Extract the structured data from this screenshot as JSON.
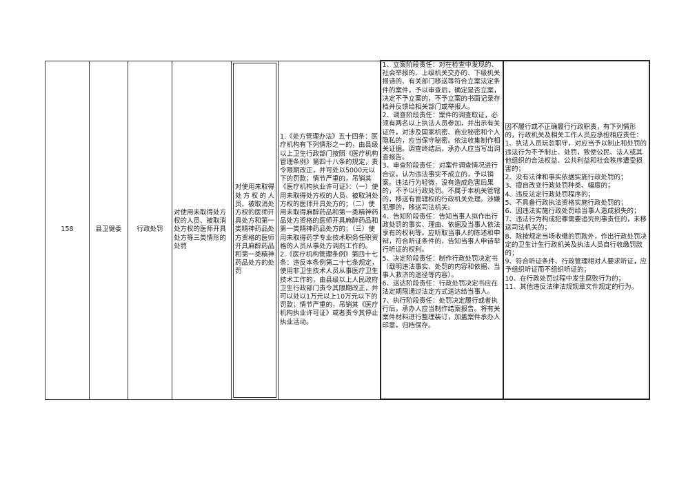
{
  "row": {
    "no": "158",
    "dept": "县卫健委",
    "type": "行政处罚",
    "name": "对使用未取得处方权的人员、被取消处方权的医师开具处方等三类情形的处罚",
    "sub": "对使用未取得处方权的人员、被取消处方权的医师开具处方和第一类精神药品处方资格的医师开具麻醉药品和第一类精神药品处方的处罚",
    "basis": [
      "1.《处方管理办法》五十四条：医疗机构有下列情形之一的，由县级以上卫生行政部门按照《医疗机构管理条例》第四十八条的规定，责令限期改正，并可处以5000元以下的罚款；情节严重的，吊销其《医疗机构执业许可证》：（一）使用未取得处方权的人员、被取消处方权的医师开具处方的；（二）使用未取得麻醉药品和第一类精神药品处方资格的医师开具麻醉药品和第一类精神药品处方的；（三）使用未取得药学专业技术职务任职资格的人员从事处方调剂工作的。",
      "2.《医疗机构管理条例》第四十七条：违反本条例第二十七条规定，使用非卫生技术人员从事医疗卫生技术工作的，由县级以上人民政府卫生行政部门责令其限期改正，并可以处以1万元以上10万元以下的罚款；情节严重的，吊销其《医疗机构执业许可证》或者责令其停止执业活动。"
    ],
    "responsibility": [
      "1、立案阶段责任：对在检查中发现的、社会举报的、上级机关交办的、下级机关报请的、有关部门移送等符合立案法定条件的案件，予以审查后，确定是否立案，决定不予立案的，不予立案的书面记录存档并反馈给相关部门或举报人。",
      "2、调查阶段责任：案件的调查取证，必须有两名以上执法人员参加，并出示有关证件，对涉及国家机密、商业秘密和个人隐私的，应当保守秘密。依法收集制作相关证据。调查终结后，承办人应当写出调查报告。",
      "3、审查阶段责任：对案件调查情况进行合议，认为违法事实不成立的，予以销案。违法行为轻微，没有造成危害后果的，不予以行政处罚。不属于本机关管辖的，移送有管辖权的行政机关处理。涉嫌犯罪的，移送司法机关。",
      "4、告知阶段责任：告知当事人拟作出行政处罚的事实、理由、依据及当事人依法享有的权利等。应听取当事人的陈述和申辩，符合听证条件的，告知当事人申请举行听证的权利。",
      "5、决定阶段责任：制作行政处罚决定书（载明违法事实、处罚的内容和依据、当事人救济的途径等内容）。",
      "6、送达阶段责任：行政处罚决定书应在法定期限通过法定方式送达给当事人。",
      "7、执行阶段责任：处罚决定履行或者执行后，承办人应当制作结案报告。将有关案件材料进行整理装订，加盖案件承办人印章，归档保存。"
    ],
    "accountability": [
      "因不履行或不正确履行行政职责，有下列情形的，行政机关及相关工作人员应承担相应责任：",
      "1、执法人员玩忽职守，对应当予以制止和处罚的违法行为不予制止、处罚，致使公民、法人或其他组织的合法权益、公共利益和社会秩序遭受损害的；",
      "2、没有法律和事实依据实施行政处罚的；",
      "3、擅自改变行政处罚种类、幅度的；",
      "4、违反法定行政处罚程序的；",
      "5、不具备行政执法资格实施行政处罚的；",
      "6、因违法实施行政处罚给当事人造成损失的；",
      "7、违法行为构成犯罪需要追究刑事责任的，未移送司法机关的；",
      "8、除按规定当场收缴的罚款外，作出行政处罚决定的卫生计生行政机关及执法人员自行收缴罚款的；",
      "9、符合听证条件、行政管理相对人要求听证，应予组织听证而不组织听证的；",
      "10、在行政处罚过程中发生腐败行为的；",
      "11、其他违反法律法规规章文件规定的行为。"
    ]
  }
}
